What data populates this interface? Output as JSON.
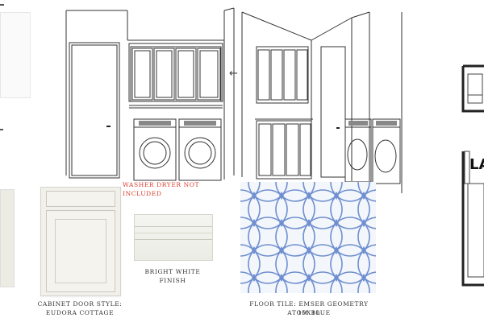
{
  "notes": {
    "washer_dryer": "WASHER DRYER NOT INCLUDED"
  },
  "captions": {
    "finish_line1": "BRIGHT WHITE",
    "finish_line2": "FINISH",
    "door_line1": "CABINET DOOR STYLE:",
    "door_line2": "EUDORA COTTAGE",
    "tile_line1": "FLOOR TILE: EMSER GEOMETRY 10X10",
    "tile_line2": "ATOM BLUE"
  },
  "plan": {
    "label_partial": "LA"
  },
  "colors": {
    "note_red": "#d93a2b",
    "tile_blue": "#6f8fd0",
    "cabinet_white": "#f1f0ea",
    "line": "#333333"
  },
  "icons": {
    "view_arrow": "left-arrow"
  }
}
